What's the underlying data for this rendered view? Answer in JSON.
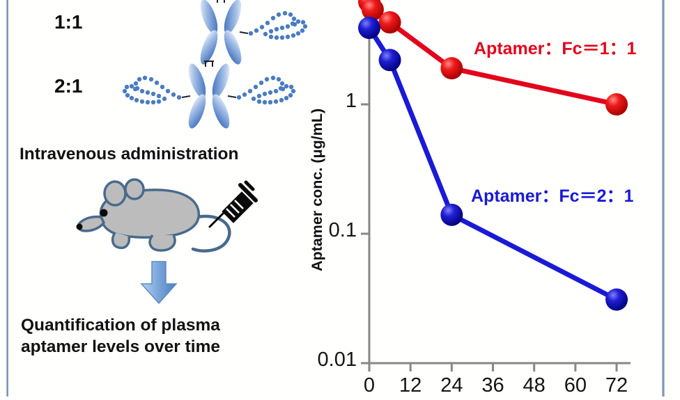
{
  "panel_left": {
    "ratio_labels": [
      {
        "id": "ratio-1-1",
        "text": "1:1"
      },
      {
        "id": "ratio-2-1",
        "text": "2:1"
      }
    ],
    "administration_title": "Intravenous administration",
    "readout_line1": "Quantification of plasma",
    "readout_line2": "aptamer levels over time",
    "icons": {
      "fc_fragment": "fc-antibody-icon",
      "aptamer_strand": "aptamer-strand-icon",
      "mouse": "mouse-icon",
      "syringe": "syringe-icon",
      "down_arrow": "down-arrow-icon"
    }
  },
  "colors": {
    "series_1_1": "#e2051c",
    "series_2_1": "#1a1ad6",
    "axis": "#808080",
    "border": "#6a84a6",
    "fc_blue": "#3f6fbd",
    "mouse_gray": "#bcbcbc",
    "mouse_outline": "#486a8c",
    "arrow_blue": "#6f9fd8"
  },
  "chart_data": {
    "type": "line",
    "title": "",
    "xlabel": "",
    "ylabel": "Aptamer conc. (μg/mL)",
    "x": [
      0,
      1,
      6,
      24,
      72
    ],
    "xlim": [
      -2,
      76
    ],
    "ylim": [
      0.01,
      10
    ],
    "yscale": "log",
    "grid": false,
    "legend_position": "inside-right",
    "xticks": [
      0,
      12,
      24,
      36,
      48,
      60,
      72
    ],
    "xtick_labels": [
      "0",
      "12",
      "24",
      "36",
      "48",
      "60",
      "72"
    ],
    "yticks": [
      1,
      0.1,
      0.01
    ],
    "ytick_labels": [
      "1",
      "0.1",
      "0.01"
    ],
    "series": [
      {
        "name": "Aptamer：Fc＝1：1",
        "color": "#e2051c",
        "x": [
          0,
          1,
          6,
          24,
          72
        ],
        "values": [
          6.2,
          5.4,
          4.3,
          1.9,
          1.0
        ]
      },
      {
        "name": "Aptamer：Fc＝2：1",
        "color": "#1a1ad6",
        "x": [
          0,
          6,
          24,
          72
        ],
        "values": [
          3.9,
          2.2,
          0.14,
          0.031
        ]
      }
    ],
    "annotations": [
      {
        "text": "Aptamer：Fc＝1：1",
        "color": "#e2051c"
      },
      {
        "text": "Aptamer：Fc＝2：1",
        "color": "#1a1ad6"
      }
    ]
  }
}
